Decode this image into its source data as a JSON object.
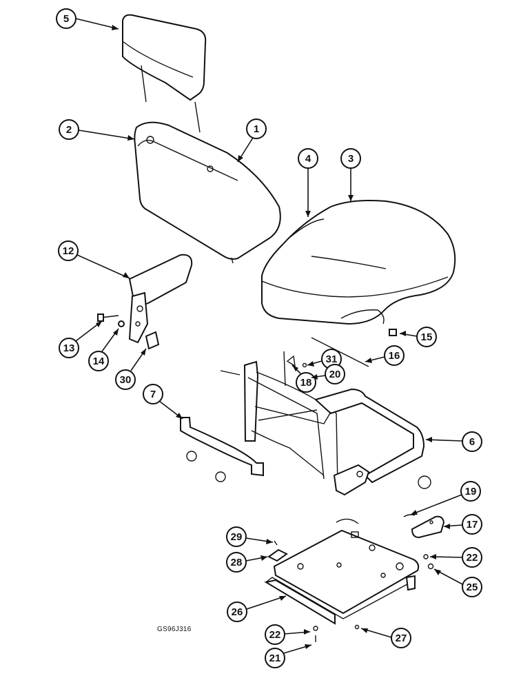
{
  "figure_code": "GS96J316",
  "callouts": [
    {
      "num": "5"
    },
    {
      "num": "2"
    },
    {
      "num": "1"
    },
    {
      "num": "4"
    },
    {
      "num": "3"
    },
    {
      "num": "12"
    },
    {
      "num": "13"
    },
    {
      "num": "14"
    },
    {
      "num": "30"
    },
    {
      "num": "15"
    },
    {
      "num": "31"
    },
    {
      "num": "16"
    },
    {
      "num": "18"
    },
    {
      "num": "20"
    },
    {
      "num": "7"
    },
    {
      "num": "6"
    },
    {
      "num": "19"
    },
    {
      "num": "17"
    },
    {
      "num": "29"
    },
    {
      "num": "28"
    },
    {
      "num": "22"
    },
    {
      "num": "25"
    },
    {
      "num": "26"
    },
    {
      "num": "22"
    },
    {
      "num": "27"
    },
    {
      "num": "21"
    }
  ]
}
